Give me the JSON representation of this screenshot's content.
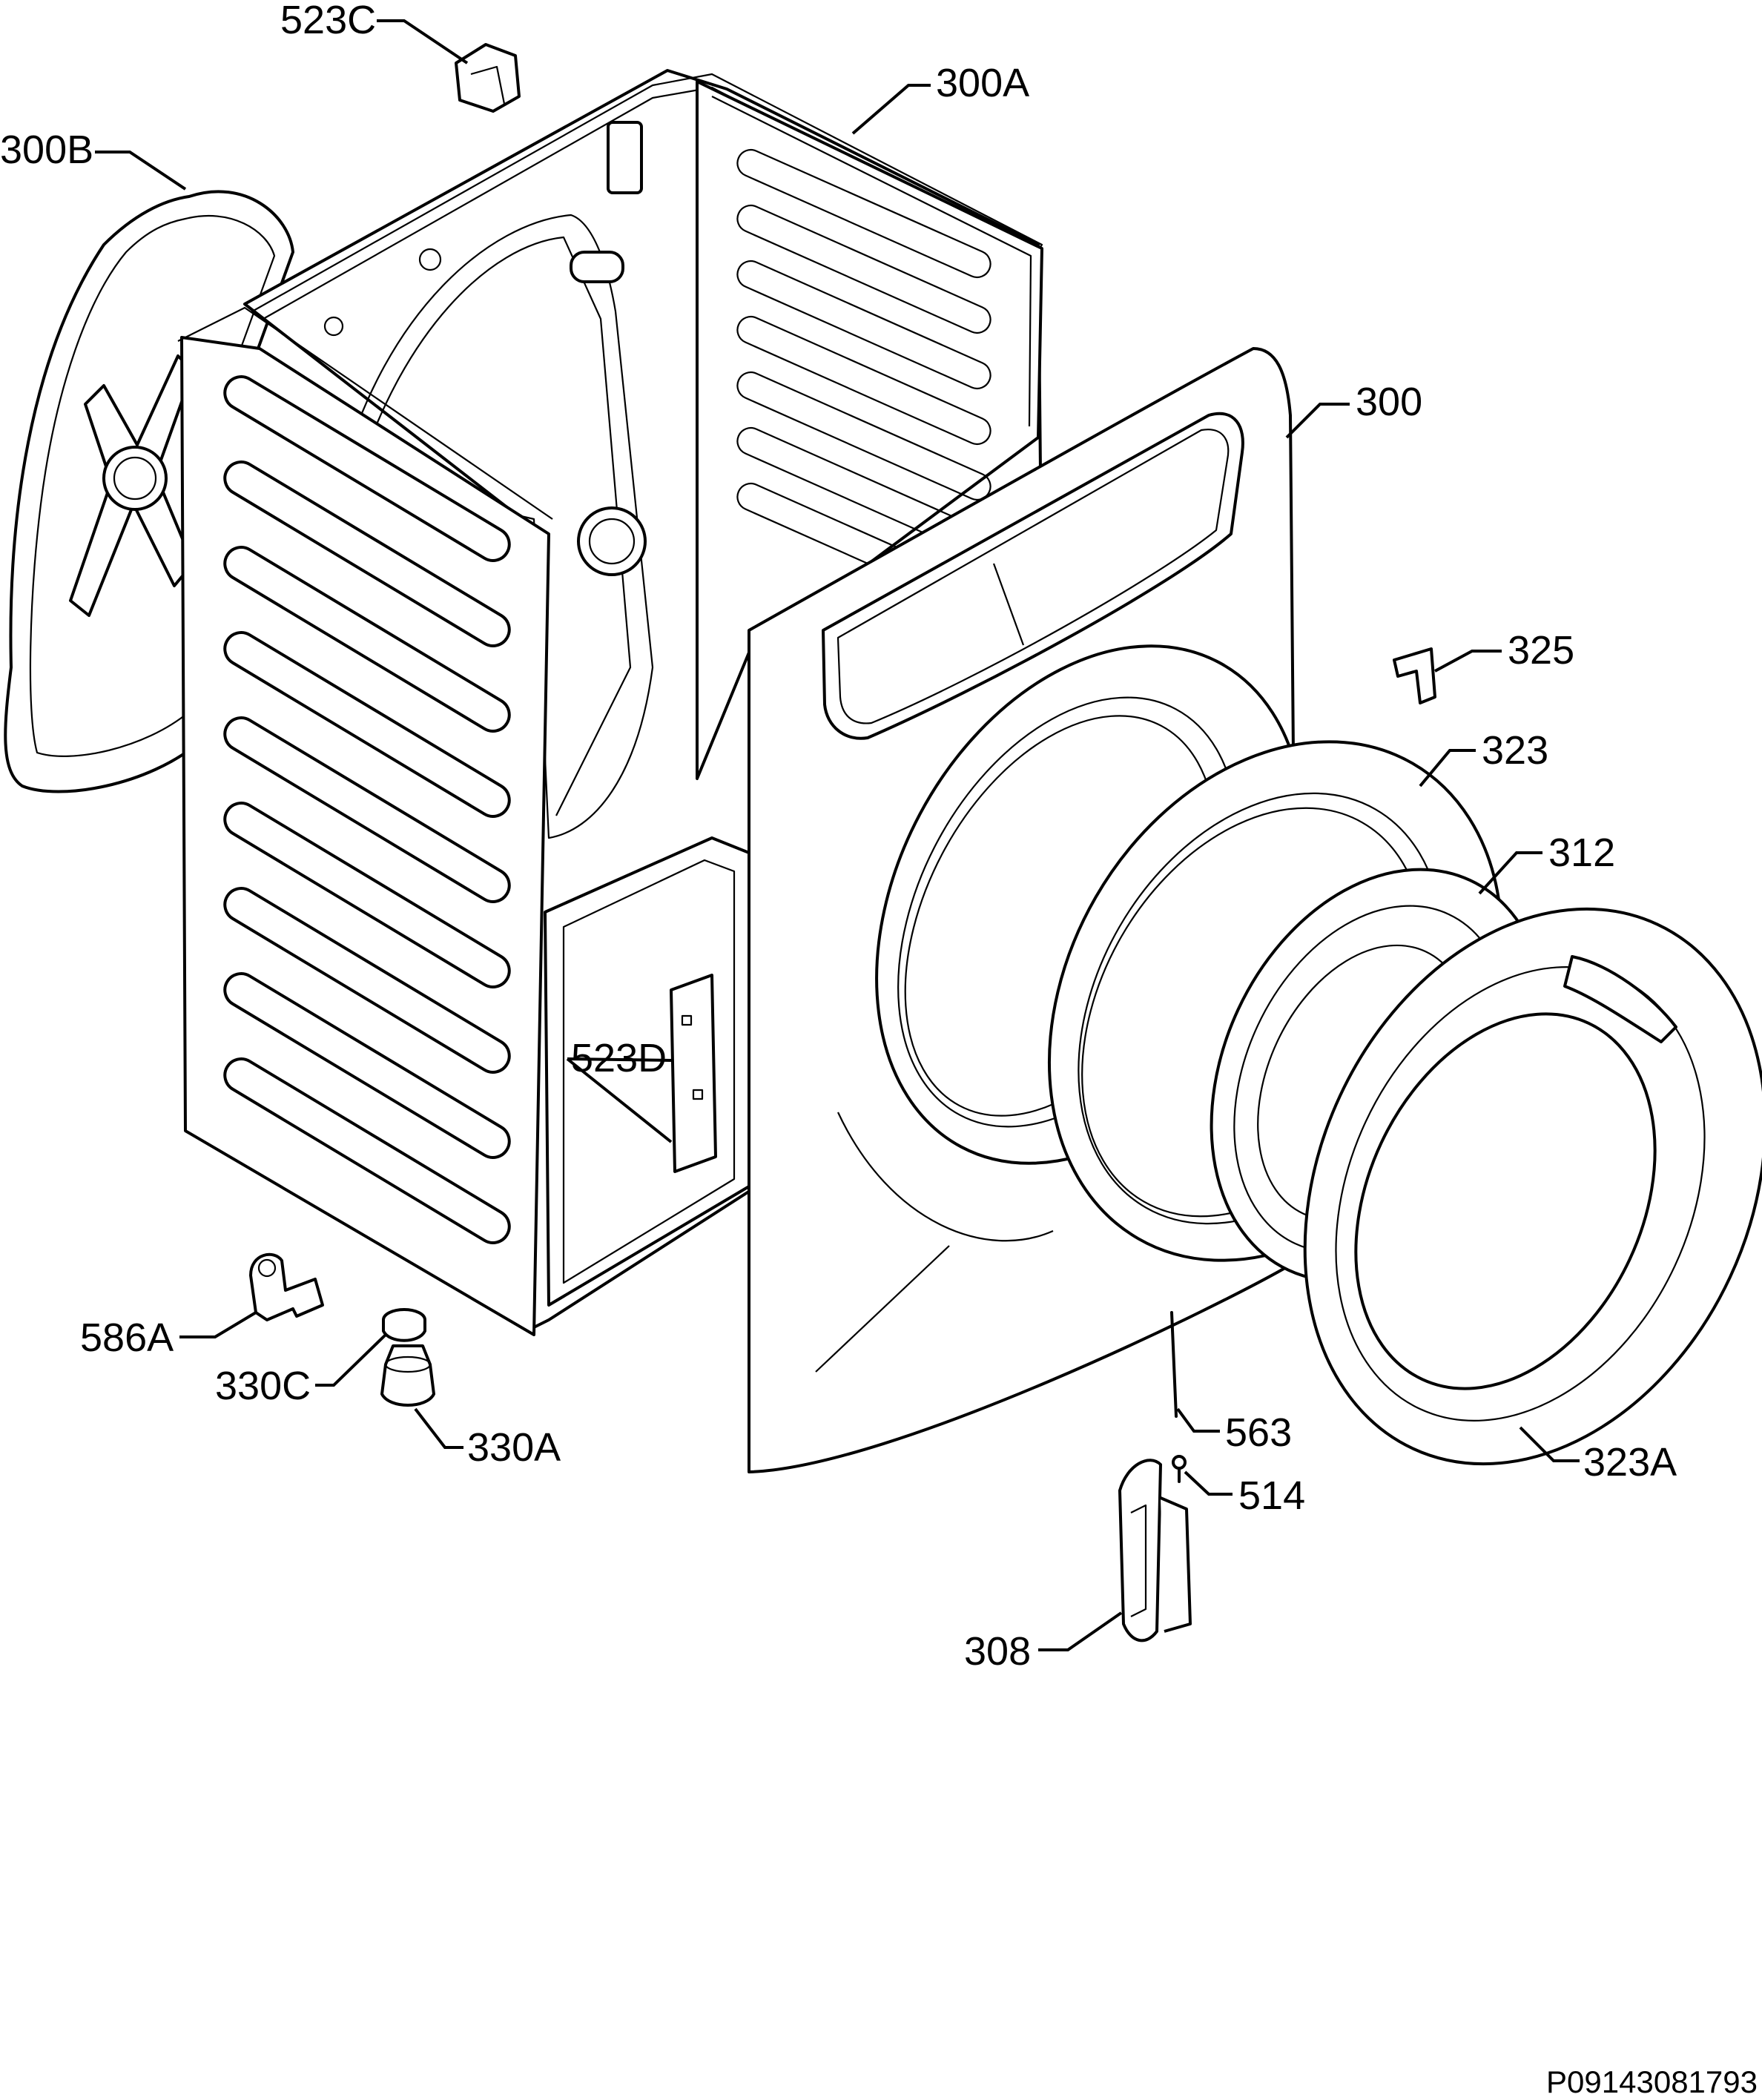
{
  "labels": {
    "l523c": "523C",
    "l300a": "300A",
    "l300b": "300B",
    "l300": "300",
    "l325": "325",
    "l323": "323",
    "l312": "312",
    "l523d": "523D",
    "l586a": "586A",
    "l330c": "330C",
    "l330a": "330A",
    "l563": "563",
    "l514": "514",
    "l323a": "323A",
    "l308": "308"
  },
  "reference_code": "P09143081793"
}
